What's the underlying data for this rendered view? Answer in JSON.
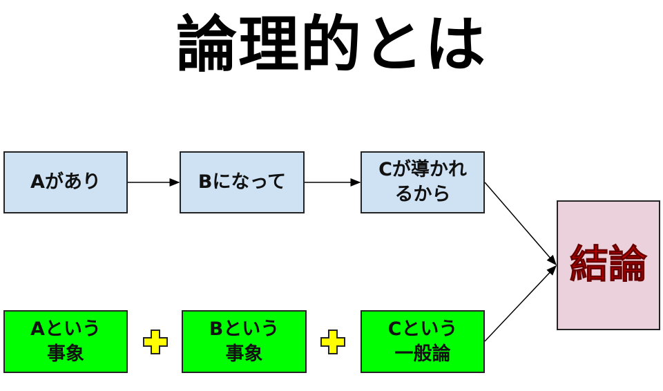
{
  "title": "論理的とは",
  "top_row": [
    {
      "label": "Aがあり"
    },
    {
      "label": "Bになって"
    },
    {
      "label": "Cが導かれるから",
      "lines": [
        "Cが導かれ",
        "るから"
      ]
    }
  ],
  "bottom_row": [
    {
      "lines": [
        "Aという",
        "事象"
      ]
    },
    {
      "lines": [
        "Bという",
        "事象"
      ]
    },
    {
      "lines": [
        "Cという",
        "一般論"
      ]
    }
  ],
  "conclusion": {
    "label": "結論"
  },
  "colors": {
    "top_box": "#cfe2f3",
    "bottom_box": "#00ff00",
    "conclusion_box": "#ead1dc",
    "conclusion_text": "#cc0000",
    "plus": "#ffff00"
  }
}
